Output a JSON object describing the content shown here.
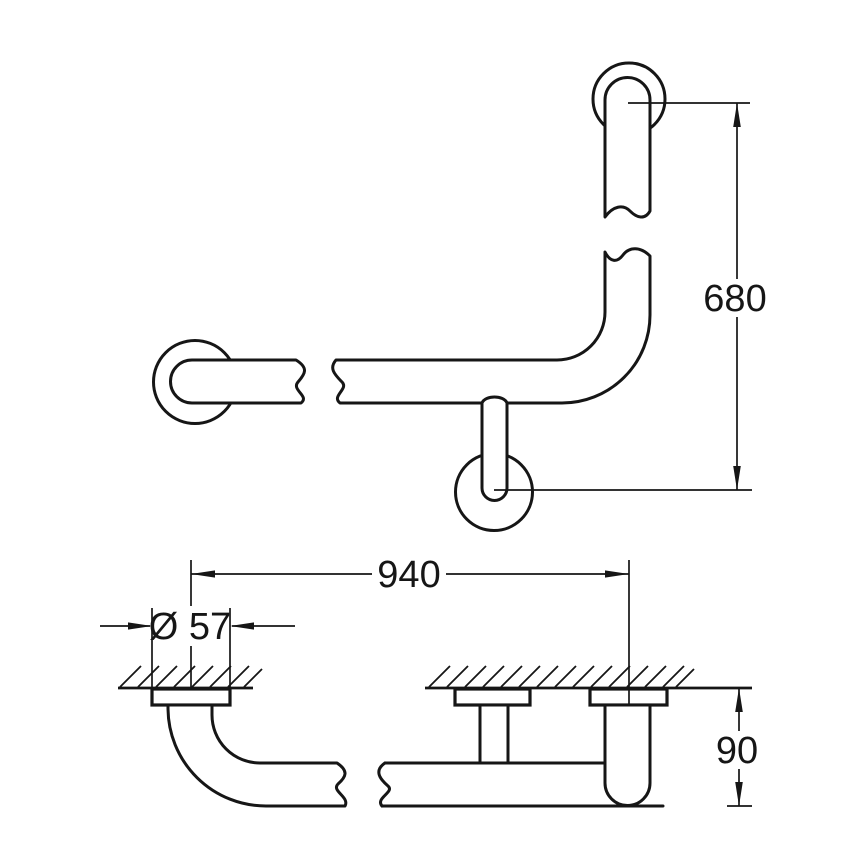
{
  "drawing": {
    "kind": "grab-bar-dimension-drawing",
    "colors": {
      "background": "#ffffff",
      "line": "#161616"
    },
    "dimensions": {
      "height": "680",
      "length": "940",
      "flange_diameter": "Ø 57",
      "wall_distance": "90"
    }
  }
}
